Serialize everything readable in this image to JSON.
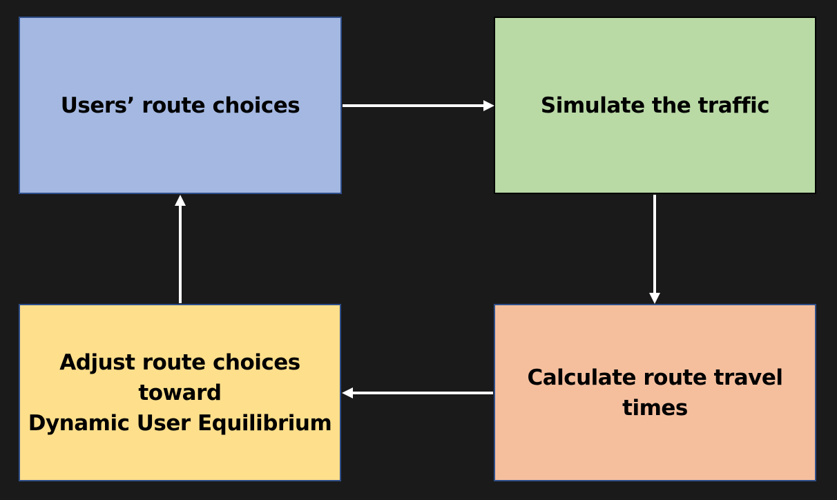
{
  "nodes": {
    "routes": {
      "label": "Users’ route choices",
      "fill": "#a4b8e1"
    },
    "simulate": {
      "label": "Simulate the traffic",
      "fill": "#b9d9a5"
    },
    "calc": {
      "label": "Calculate route travel times",
      "fill": "#f5bf9e"
    },
    "adjust": {
      "label": "Adjust route choices toward\nDynamic User Equilibrium",
      "fill": "#fedf8c"
    }
  },
  "edges": [
    {
      "from": "routes",
      "to": "simulate"
    },
    {
      "from": "simulate",
      "to": "calc"
    },
    {
      "from": "calc",
      "to": "adjust"
    },
    {
      "from": "adjust",
      "to": "routes"
    }
  ],
  "colors": {
    "background": "#1a1a1a",
    "box_border": "#2f4f8a",
    "arrow": "#ffffff",
    "text": "#000000"
  }
}
